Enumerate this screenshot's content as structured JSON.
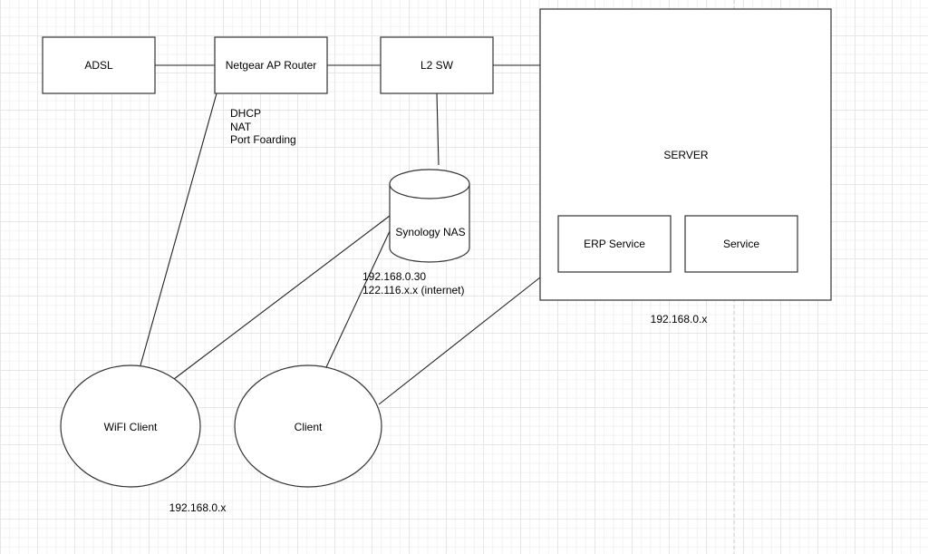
{
  "diagram": {
    "nodes": {
      "adsl": "ADSL",
      "router": "Netgear AP Router",
      "l2sw": "L2 SW",
      "server": "SERVER",
      "erp_service": "ERP Service",
      "service": "Service",
      "nas": "Synology NAS",
      "wifi_client": "WiFI Client",
      "client": "Client"
    },
    "annotations": {
      "router_features": [
        "DHCP",
        "NAT",
        "Port Foarding"
      ],
      "nas_ip_local": "192.168.0.30",
      "nas_ip_internet": "122.116.x.x (internet)",
      "server_ip": "192.168.0.x",
      "client_ip": "192.168.0.x"
    },
    "edges": [
      {
        "from": "adsl",
        "to": "router"
      },
      {
        "from": "router",
        "to": "l2sw"
      },
      {
        "from": "l2sw",
        "to": "server"
      },
      {
        "from": "l2sw",
        "to": "nas"
      },
      {
        "from": "router",
        "to": "wifi_client"
      },
      {
        "from": "nas",
        "to": "wifi_client"
      },
      {
        "from": "nas",
        "to": "client"
      },
      {
        "from": "server",
        "to": "client"
      }
    ]
  }
}
